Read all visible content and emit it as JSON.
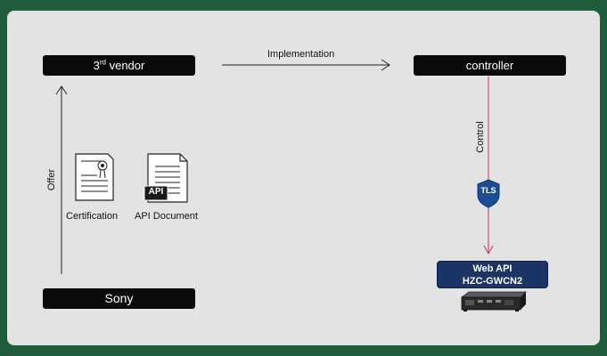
{
  "nodes": {
    "vendor": {
      "label_main": "3",
      "label_sup": "rd",
      "label_rest": " vendor"
    },
    "controller": {
      "label": "controller"
    },
    "sony": {
      "label": "Sony"
    }
  },
  "edges": {
    "implementation": "Implementation",
    "control": "Control",
    "offer": "Offer"
  },
  "documents": {
    "certification": "Certification",
    "api_document": "API Document",
    "api_badge": "API"
  },
  "tls": "TLS",
  "device": {
    "line1": "Web API",
    "line2": "HZC-GWCN2"
  },
  "colors": {
    "background": "#1f5c3a",
    "canvas": "#e3e3e3",
    "box": "#0a0a0a",
    "control_arrow": "#c9305a",
    "tls_shield": "#1b4f94",
    "device_label": "#1b3566"
  }
}
